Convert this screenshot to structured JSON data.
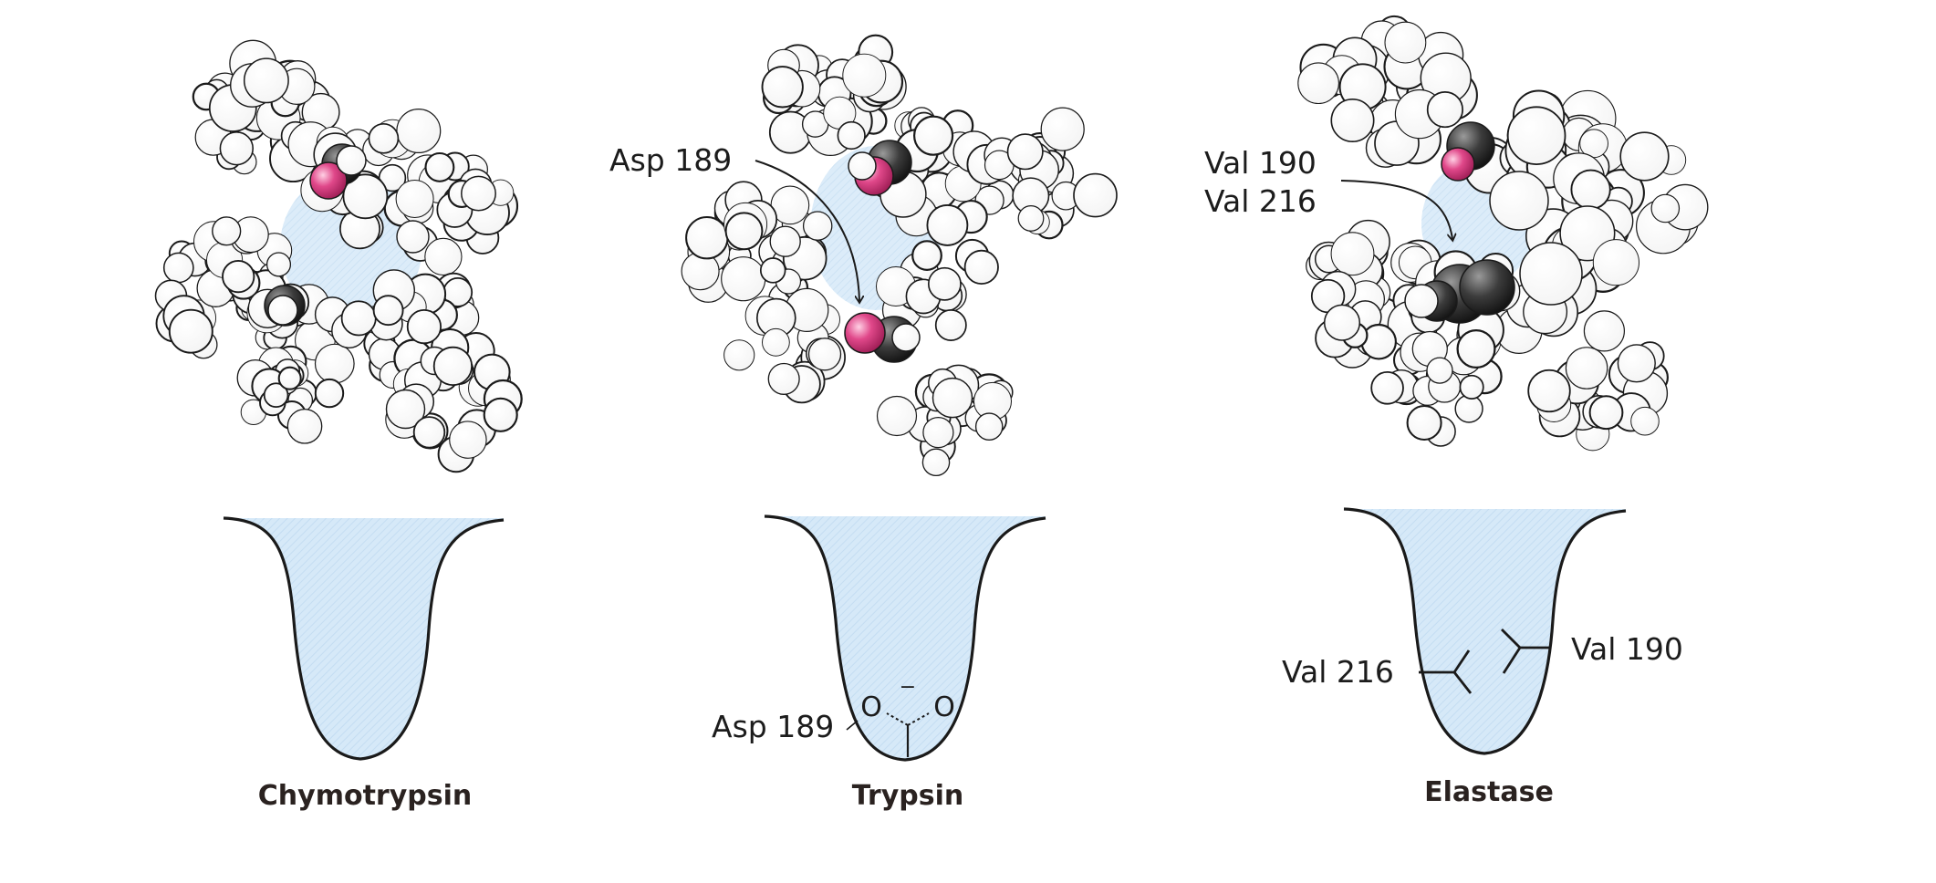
{
  "panels": [
    {
      "name": "Chymotrypsin",
      "annotations": []
    },
    {
      "name": "Trypsin",
      "top_label": "Asp 189",
      "pocket_label": "Asp 189",
      "group_o1": "O",
      "group_o2": "O",
      "group_charge": "−"
    },
    {
      "name": "Elastase",
      "top_label_1": "Val 190",
      "top_label_2": "Val 216",
      "pocket_left_label": "Val 216",
      "pocket_right_label": "Val 190"
    }
  ],
  "colors": {
    "pocket_fill": "#d6e9f8",
    "atom_highlight": "#e0488a",
    "atom_dark": "#333333",
    "outline": "#1a1a1a"
  }
}
